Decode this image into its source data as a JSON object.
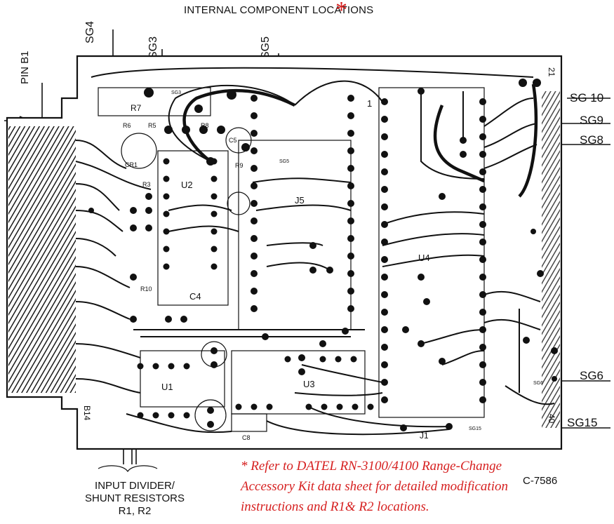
{
  "title": "INTERNAL COMPONENT LOCATIONS",
  "asterisk": "*",
  "top_labels": [
    "SG4",
    "SG3",
    "SG5"
  ],
  "pin_label": "PIN B1",
  "right_labels": [
    "SG 10",
    "SG9",
    "SG8",
    "SG6",
    "SG15"
  ],
  "board_labels": {
    "r7": "R7",
    "r6": "R6",
    "r5": "R5",
    "r8": "R8",
    "c5": "C5",
    "cr1": "CR1",
    "r3": "R3",
    "r9": "R9",
    "u2": "U2",
    "j5": "J5",
    "u4": "U4",
    "r10": "R10",
    "c4": "C4",
    "u1": "U1",
    "u3": "U3",
    "c8": "C8",
    "j1": "J1",
    "sg3s": "SG3",
    "sg5s": "SG5",
    "sg6s": "SG6",
    "sg15s": "SG15",
    "one": "1",
    "b14": "B14",
    "num21": "21",
    "num40": "40"
  },
  "note": "* Refer to DATEL RN-3100/4100 Range-Change Accessory Kit data sheet for detailed modification instructions and R1& R2 locations.",
  "code": "C-7586",
  "input_label": [
    "INPUT DIVIDER/",
    "SHUNT RESISTORS",
    "R1, R2"
  ]
}
